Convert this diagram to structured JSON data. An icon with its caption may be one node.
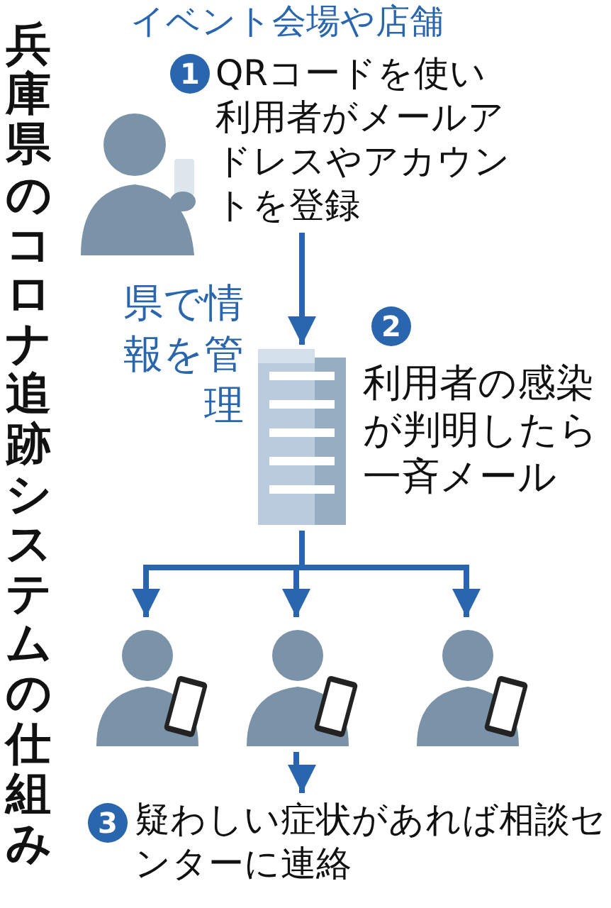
{
  "diagram": {
    "title": "兵庫県のコロナ追跡システムの仕組み",
    "nodes": [
      {
        "text": [
          "QRコードを使い利用者がメールアドレスやアカウントを登録"
        ]
      },
      {
        "text": [],
        "shape": "picture",
        "beside": [
          "県で情報を管理",
          "利用者の感染が判明したら一斉メール"
        ]
      },
      {
        "text": [],
        "shape": "picture"
      },
      {
        "text": [],
        "shape": "picture"
      },
      {
        "text": [],
        "shape": "picture"
      },
      {
        "text": [
          "疑わしい症状があれば相談センターに連絡"
        ]
      }
    ],
    "edges": [
      {
        "from": 0,
        "to": 1,
        "arrow": "to"
      },
      {
        "from": 1,
        "to": 2,
        "arrow": "to"
      },
      {
        "from": 1,
        "to": 3,
        "arrow": "to"
      },
      {
        "from": 1,
        "to": 4,
        "arrow": "to"
      },
      {
        "from": 3,
        "to": 5,
        "arrow": "to"
      }
    ],
    "labels": [
      "イベント会場や店舗",
      "1",
      "2",
      "3"
    ]
  }
}
